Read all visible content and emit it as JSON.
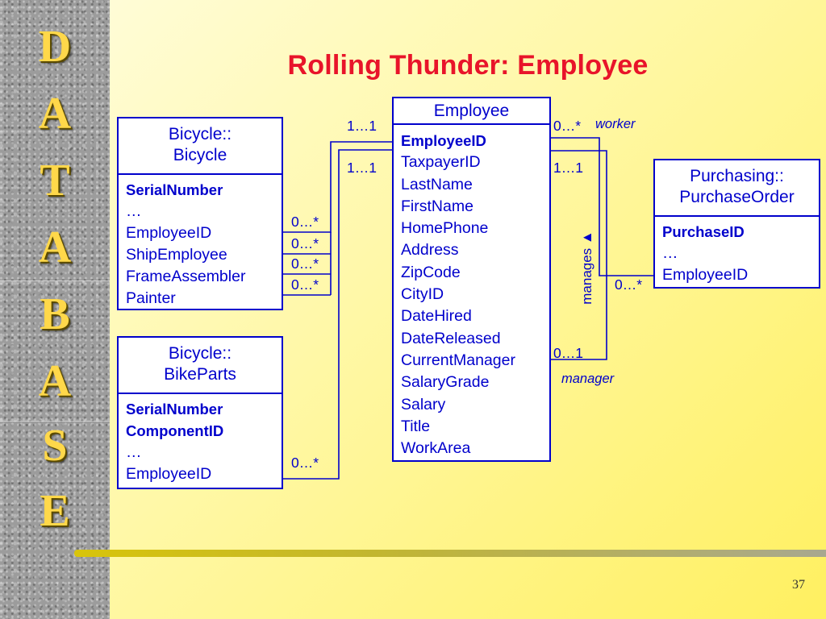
{
  "side_letters": [
    "D",
    "A",
    "T",
    "A",
    "B",
    "A",
    "S",
    "E"
  ],
  "title": "Rolling Thunder: Employee",
  "page_number": "37",
  "colors": {
    "title": "#e8142a",
    "diagram": "#0000cc",
    "side_letters": "#ffd84a"
  },
  "employee": {
    "name": "Employee",
    "attributes": [
      {
        "text": "EmployeeID",
        "key": true
      },
      {
        "text": "TaxpayerID",
        "key": false
      },
      {
        "text": "LastName",
        "key": false
      },
      {
        "text": "FirstName",
        "key": false
      },
      {
        "text": "HomePhone",
        "key": false
      },
      {
        "text": "Address",
        "key": false
      },
      {
        "text": "ZipCode",
        "key": false
      },
      {
        "text": "CityID",
        "key": false
      },
      {
        "text": "DateHired",
        "key": false
      },
      {
        "text": "DateReleased",
        "key": false
      },
      {
        "text": "CurrentManager",
        "key": false
      },
      {
        "text": "SalaryGrade",
        "key": false
      },
      {
        "text": "Salary",
        "key": false
      },
      {
        "text": "Title",
        "key": false
      },
      {
        "text": "WorkArea",
        "key": false
      }
    ]
  },
  "bicycle": {
    "name_line1": "Bicycle::",
    "name_line2": "Bicycle",
    "attributes": [
      {
        "text": "SerialNumber",
        "key": true
      },
      {
        "text": "…",
        "key": false
      },
      {
        "text": "EmployeeID",
        "key": false
      },
      {
        "text": "ShipEmployee",
        "key": false
      },
      {
        "text": "FrameAssembler",
        "key": false
      },
      {
        "text": "Painter",
        "key": false
      }
    ]
  },
  "bikeparts": {
    "name_line1": "Bicycle::",
    "name_line2": "BikeParts",
    "attributes": [
      {
        "text": "SerialNumber",
        "key": true
      },
      {
        "text": "ComponentID",
        "key": true
      },
      {
        "text": "…",
        "key": false
      },
      {
        "text": "EmployeeID",
        "key": false
      }
    ]
  },
  "purchase_order": {
    "name_line1": "Purchasing::",
    "name_line2": "PurchaseOrder",
    "attributes": [
      {
        "text": "PurchaseID",
        "key": true
      },
      {
        "text": "…",
        "key": false
      },
      {
        "text": "EmployeeID",
        "key": false
      }
    ]
  },
  "multiplicities": {
    "emp_top_left": "1…1",
    "emp_second_left": "1…1",
    "bicycle_1": "0…*",
    "bicycle_2": "0…*",
    "bicycle_3": "0…*",
    "bicycle_4": "0…*",
    "bikeparts": "0…*",
    "worker_end": "0…*",
    "emp_right_1": "1…1",
    "purchase_end": "0…*",
    "manager_end": "0…1"
  },
  "roles": {
    "worker": "worker",
    "manager": "manager",
    "manages": "manages ▲"
  }
}
